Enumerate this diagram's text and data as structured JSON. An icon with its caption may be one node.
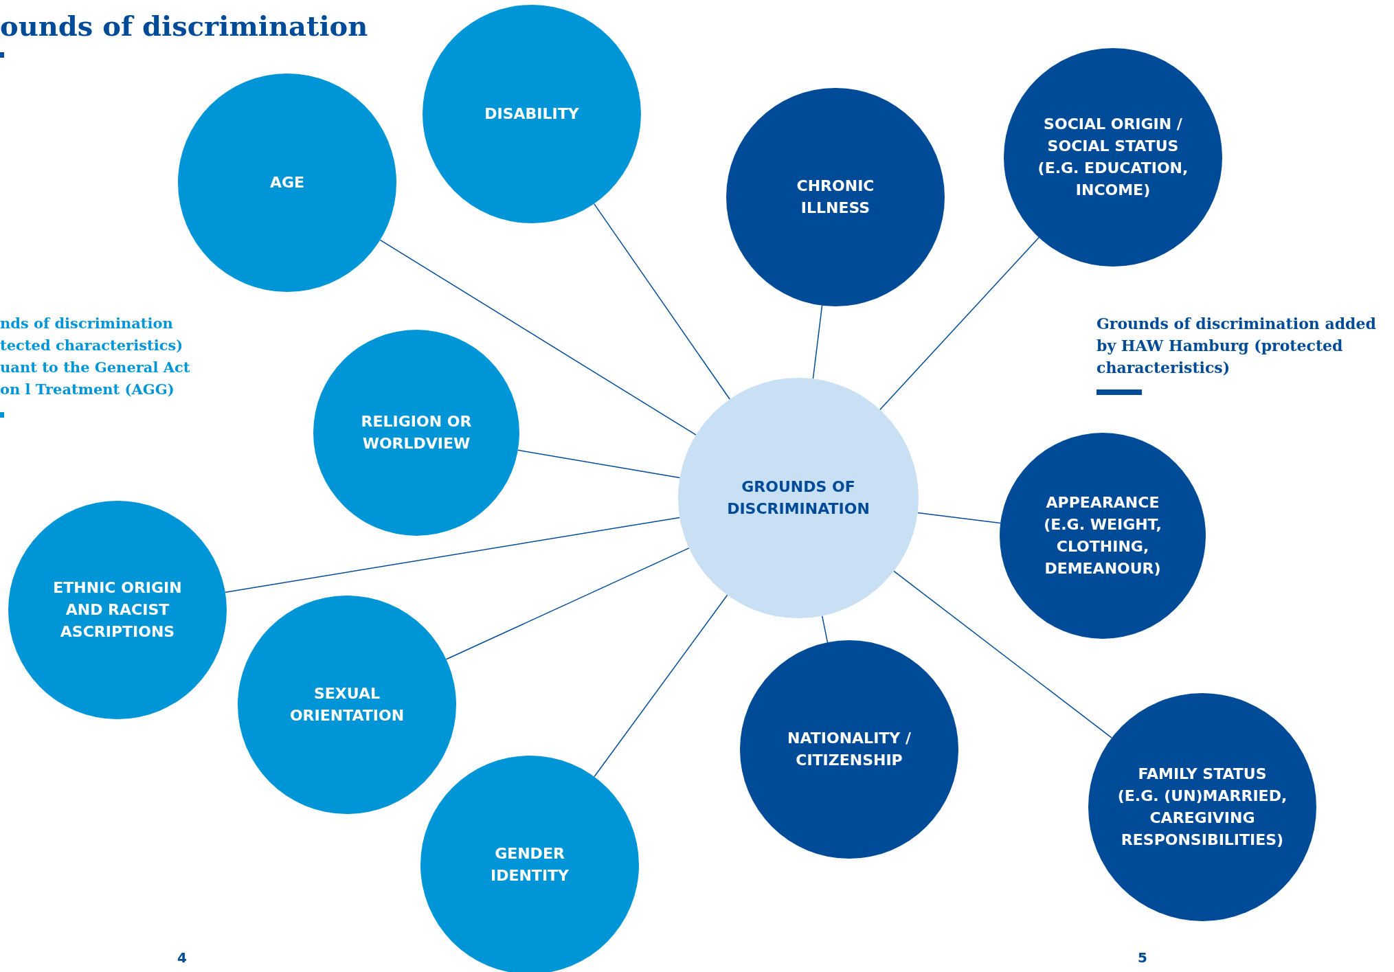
{
  "diagram": {
    "title": "ounds of discrimination",
    "nodes": [
      {
        "text": [
          "GROUNDS OF DISCRIMINATION"
        ]
      },
      {
        "text": [
          "AGE"
        ]
      },
      {
        "text": [
          "DISABILITY"
        ]
      },
      {
        "text": [
          "CHRONIC ILLNESS"
        ]
      },
      {
        "text": [
          "SOCIAL ORIGIN / SOCIAL STATUS (E.G. EDUCATION, INCOME)"
        ]
      },
      {
        "text": [
          "RELIGION OR WORLDVIEW"
        ]
      },
      {
        "text": [
          "APPEARANCE (E.G. WEIGHT, CLOTHING, DEMEANOUR)"
        ]
      },
      {
        "text": [
          "ETHNIC ORIGIN AND RACIST ASCRIPTIONS"
        ]
      },
      {
        "text": [
          "SEXUAL ORIENTATION"
        ]
      },
      {
        "text": [
          "NATIONALITY / CITIZENSHIP"
        ]
      },
      {
        "text": [
          "GENDER IDENTITY"
        ]
      },
      {
        "text": [
          "FAMILY STATUS (E.G. (UN)MARRIED, CAREGIVING RESPONSIBILITIES)"
        ]
      }
    ],
    "edges": [
      {
        "from": 0,
        "to": 1,
        "arrow": "none"
      },
      {
        "from": 0,
        "to": 2,
        "arrow": "none"
      },
      {
        "from": 0,
        "to": 3,
        "arrow": "none"
      },
      {
        "from": 0,
        "to": 4,
        "arrow": "none"
      },
      {
        "from": 0,
        "to": 5,
        "arrow": "none"
      },
      {
        "from": 0,
        "to": 6,
        "arrow": "none"
      },
      {
        "from": 0,
        "to": 7,
        "arrow": "none"
      },
      {
        "from": 0,
        "to": 8,
        "arrow": "none"
      },
      {
        "from": 0,
        "to": 9,
        "arrow": "none"
      },
      {
        "from": 0,
        "to": 10,
        "arrow": "none"
      },
      {
        "from": 0,
        "to": 11,
        "arrow": "none"
      }
    ],
    "labels": [
      "4",
      "5"
    ],
    "legend": [
      {
        "text": "nds of discrimination tected characteristics) uant to the General Act on l Treatment (AGG)",
        "color": "#0095d6"
      },
      {
        "text": "Grounds of discrimination added by HAW Hamburg (protected characteristics)",
        "color": "#004b98"
      }
    ]
  }
}
